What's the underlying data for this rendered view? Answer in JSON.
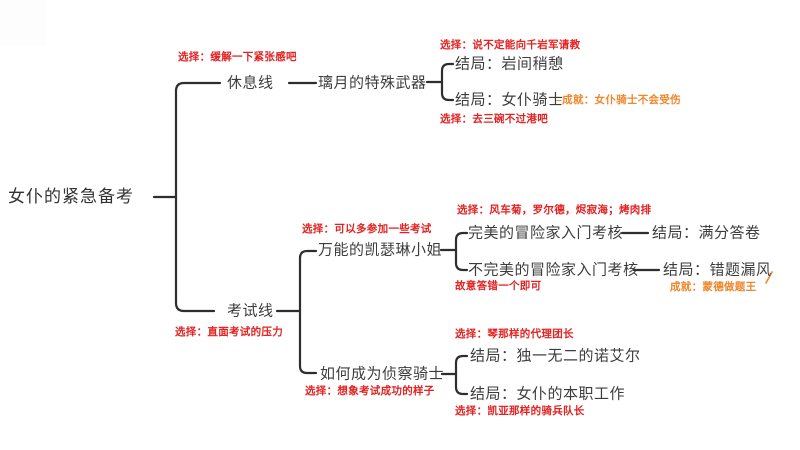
{
  "diagram_title": "女仆的紧急备考",
  "colors": {
    "node_text": "#3d3d3d",
    "choice_red": "#e32222",
    "achievement_orange": "#f0862b",
    "line": "#2e2e2e",
    "background": "#ffffff"
  },
  "root": {
    "label": "女仆的紧急备考"
  },
  "rest_branch": {
    "choice_label": "选择：缓解一下紧张感吧",
    "node": "休息线",
    "weapon": {
      "node": "璃月的特殊武器",
      "choice_top": "选择：说不定能向千岩军请教",
      "ending_top": "结局：岩间稍憩",
      "ending_bottom": "结局：女仆骑士",
      "achievement": "–成就：女仆骑士不会受伤",
      "choice_bottom": "选择：去三碗不过港吧"
    }
  },
  "exam_branch": {
    "node": "考试线",
    "choice_label": "选择：直面考试的压力",
    "katheryne": {
      "choice_label": "选择：可以多参加一些考试",
      "node": "万能的凯瑟琳小姐",
      "answers_choice": "选择：风车菊，罗尔德，烬寂海；烤肉排",
      "perfect": {
        "node": "完美的冒险家入门考核",
        "ending": "结局：满分答卷"
      },
      "imperfect": {
        "node": "不完美的冒险家入门考核",
        "ending": "结局：错题漏风",
        "hint": "故意答错一个即可",
        "achievement": "成就：蒙德做题王"
      }
    },
    "scout": {
      "node": "如何成为侦察骑士",
      "choice_label": "选择：想象考试成功的样子",
      "choice_top": "选择：琴那样的代理团长",
      "ending_top": "结局：独一无二的诺艾尔",
      "ending_bottom": "结局：女仆的本职工作",
      "choice_bottom": "选择：凯亚那样的骑兵队长"
    }
  }
}
